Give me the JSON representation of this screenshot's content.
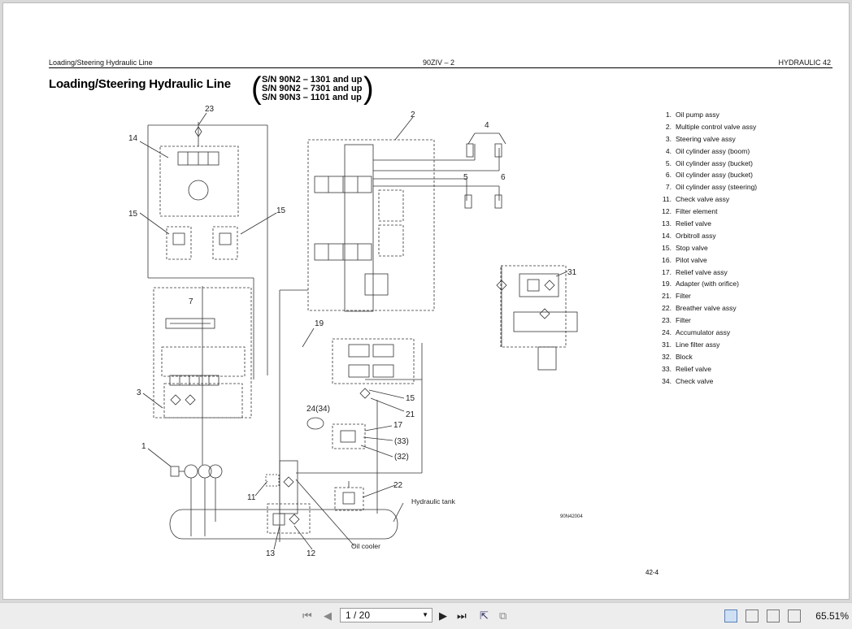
{
  "document": {
    "header_left": "Loading/Steering Hydraulic Line",
    "header_center": "90ZIV – 2",
    "header_right": "HYDRAULIC 42",
    "title": "Loading/Steering Hydraulic Line",
    "serials": [
      "S/N 90N2 – 1301 and up",
      "S/N 90N2 – 7301 and up",
      "S/N 90N3 – 1101 and up"
    ],
    "legend": [
      {
        "num": "1.",
        "label": "Oil pump assy"
      },
      {
        "num": "2.",
        "label": "Multiple control valve assy"
      },
      {
        "num": "3.",
        "label": "Steering valve assy"
      },
      {
        "num": "4.",
        "label": "Oil cylinder assy (boom)"
      },
      {
        "num": "5.",
        "label": "Oil cylinder assy (bucket)"
      },
      {
        "num": "6.",
        "label": "Oil cylinder assy (bucket)"
      },
      {
        "num": "7.",
        "label": "Oil cylinder assy (steering)"
      },
      {
        "num": "11.",
        "label": "Check valve assy"
      },
      {
        "num": "12.",
        "label": "Filter element"
      },
      {
        "num": "13.",
        "label": "Relief valve"
      },
      {
        "num": "14.",
        "label": "Orbitroll assy"
      },
      {
        "num": "15.",
        "label": "Stop valve"
      },
      {
        "num": "16.",
        "label": "Pilot valve"
      },
      {
        "num": "17.",
        "label": "Relief valve assy"
      },
      {
        "num": "19.",
        "label": "Adapter (with orifice)"
      },
      {
        "num": "21.",
        "label": "Filter"
      },
      {
        "num": "22.",
        "label": "Breather valve assy"
      },
      {
        "num": "23.",
        "label": "Filter"
      },
      {
        "num": "24.",
        "label": "Accumulator assy"
      },
      {
        "num": "31.",
        "label": "Line filter assy"
      },
      {
        "num": "32.",
        "label": "Block"
      },
      {
        "num": "33.",
        "label": "Relief valve"
      },
      {
        "num": "34.",
        "label": "Check valve"
      }
    ],
    "page_number": "42-4",
    "diagram_labels": {
      "l23": "23",
      "l14": "14",
      "l15a": "15",
      "l15b": "15",
      "l2": "2",
      "l4": "4",
      "l5": "5",
      "l6": "6",
      "l7": "7",
      "l3": "3",
      "l1": "1",
      "l19": "19",
      "l15c": "15",
      "l21": "21",
      "l17": "17",
      "l24": "24(34)",
      "l33": "(33)",
      "l32": "(32)",
      "l22": "22",
      "l11": "11",
      "l13": "13",
      "l12": "12",
      "l31": "31",
      "tank": "Hydraulic tank",
      "cooler": "Oil cooler",
      "drawing_code": "90N42004"
    }
  },
  "toolbar": {
    "first_icon": "first-page-icon",
    "prev_icon": "previous-page-icon",
    "page_value": "1 / 20",
    "next_icon": "next-page-icon",
    "last_icon": "last-page-icon",
    "zoom": "65.51%"
  }
}
